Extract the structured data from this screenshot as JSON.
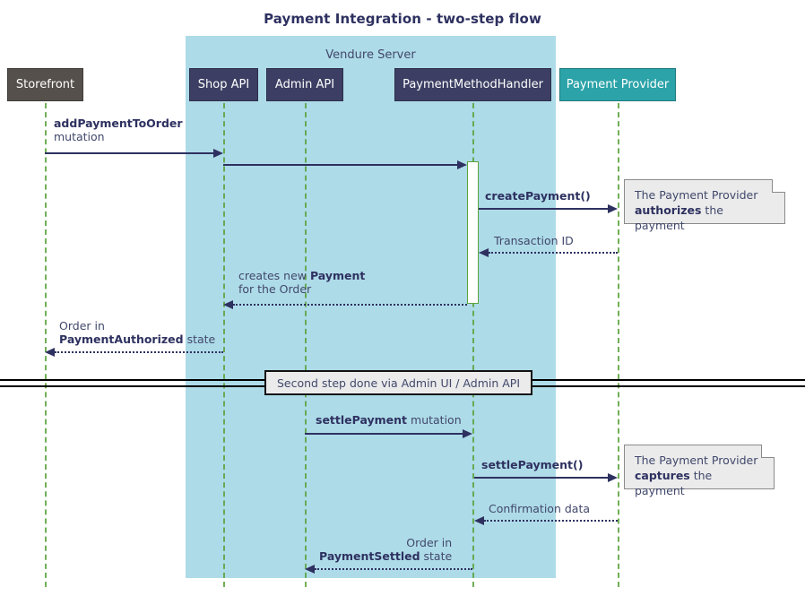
{
  "title": "Payment Integration - two-step flow",
  "colors": {
    "group_fill": "#aedbe8",
    "participant_dark": "#3c3f63",
    "participant_gray": "#55504b",
    "participant_teal": "#2ba3a8",
    "lifeline": "#5aa23c",
    "arrow": "#2e3160",
    "note_fill": "#ebebeb",
    "text": "#41486b"
  },
  "group": {
    "label": "Vendure Server"
  },
  "participants": [
    {
      "name": "Storefront",
      "style": "gray"
    },
    {
      "name": "Shop API",
      "style": "dark"
    },
    {
      "name": "Admin API",
      "style": "dark"
    },
    {
      "name": "PaymentMethodHandler",
      "style": "dark"
    },
    {
      "name": "Payment Provider",
      "style": "teal"
    }
  ],
  "messages": [
    {
      "id": "m1",
      "bold": "addPaymentToOrder",
      "rest": "mutation",
      "two_line": true,
      "from": "Storefront",
      "to": "Shop API"
    },
    {
      "id": "m2",
      "bold": "",
      "rest": "",
      "two_line": false,
      "from": "Shop API",
      "to": "PaymentMethodHandler"
    },
    {
      "id": "m3",
      "bold": "createPayment()",
      "rest": "",
      "two_line": false,
      "from": "PaymentMethodHandler",
      "to": "Payment Provider"
    },
    {
      "id": "m4",
      "bold": "",
      "rest": "Transaction ID",
      "two_line": false,
      "from": "Payment Provider",
      "to": "PaymentMethodHandler"
    },
    {
      "id": "m5",
      "line1_pre": "creates new ",
      "line1_bold": "Payment",
      "line2": "for the Order",
      "two_line": true,
      "from": "PaymentMethodHandler",
      "to": "Shop API"
    },
    {
      "id": "m6",
      "line1_pre": "Order in",
      "line2_bold": "PaymentAuthorized",
      "line2_rest": " state",
      "two_line": true,
      "from": "Shop API",
      "to": "Storefront"
    },
    {
      "id": "m7",
      "bold": "settlePayment",
      "rest": " mutation",
      "two_line": false,
      "from": "Admin API",
      "to": "PaymentMethodHandler"
    },
    {
      "id": "m8",
      "bold": "settlePayment()",
      "rest": "",
      "two_line": false,
      "from": "PaymentMethodHandler",
      "to": "Payment Provider"
    },
    {
      "id": "m9",
      "bold": "",
      "rest": "Confirmation data",
      "two_line": false,
      "from": "Payment Provider",
      "to": "PaymentMethodHandler"
    },
    {
      "id": "m10",
      "line1_pre": "Order in",
      "line2_bold": "PaymentSettled",
      "line2_rest": " state",
      "two_line": true,
      "from": "PaymentMethodHandler",
      "to": "Admin API"
    }
  ],
  "labels": {
    "m1_bold": "addPaymentToOrder",
    "m1_rest": "mutation",
    "m3": "createPayment()",
    "m4": "Transaction ID",
    "m5_line1_pre": "creates new ",
    "m5_line1_bold": "Payment",
    "m5_line2": "for the Order",
    "m6_line1": "Order in",
    "m6_line2_bold": "PaymentAuthorized",
    "m6_line2_rest": " state",
    "m7_bold": "settlePayment",
    "m7_rest": " mutation",
    "m8": "settlePayment()",
    "m9": "Confirmation data",
    "m10_line1": "Order in",
    "m10_line2_bold": "PaymentSettled",
    "m10_line2_rest": " state"
  },
  "notes": [
    {
      "id": "note1",
      "line1": "The Payment Provider",
      "line2_bold": "authorizes",
      "line2_rest": " the payment"
    },
    {
      "id": "note2",
      "line1": "The Payment Provider",
      "line2_bold": "captures",
      "line2_rest": " the payment"
    }
  ],
  "divider": {
    "label": "Second step done via Admin UI / Admin API"
  }
}
